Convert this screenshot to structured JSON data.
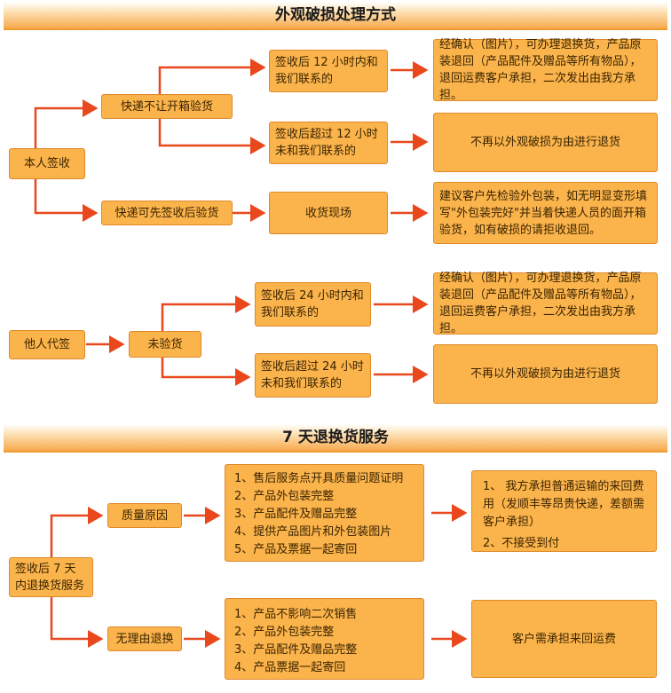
{
  "section1": {
    "title": "外观破损处理方式",
    "self_sign": "本人签收",
    "no_unpack": "快递不让开箱验货",
    "can_unpack": "快递可先签收后验货",
    "within12": "签收后 12 小时内和我们联系的",
    "over12": "签收后超过 12 小时未和我们联系的",
    "onsite": "收货现场",
    "result_confirm": "经确认（图片），可办理退换货，产品原装退回（产品配件及赠品等所有物品），退回运费客户承担，二次发出由我方承担。",
    "result_refuse": "不再以外观破损为由进行退货",
    "result_onsite": "建议客户先检验外包装，如无明显变形填写\"外包装完好\"并当着快递人员的面开箱验货，如有破损的请拒收退回。",
    "other_sign": "他人代签",
    "not_checked": "未验货",
    "within24": "签收后 24 小时内和我们联系的",
    "over24": "签收后超过 24 小时未和我们联系的",
    "result_confirm2": "经确认（图片），可办理退换货，产品原装退回（产品配件及赠品等所有物品），退回运费客户承担，二次发出由我方承担。",
    "result_refuse2": "不再以外观破损为由进行退货"
  },
  "section2": {
    "title": "7 天退换货服务",
    "start": "签收后 7 天内退换货服务",
    "quality": "质量原因",
    "no_reason": "无理由退换",
    "quality_items": [
      "1、售后服务点开具质量问题证明",
      "2、产品外包装完整",
      "3、产品配件及赠品完整",
      "4、提供产品图片和外包装图片",
      "5、产品及票据一起寄回"
    ],
    "quality_result_1": "1、 我方承担普通运输的来回费用（发顺丰等昂贵快递，差额需客户承担）",
    "quality_result_2": "2、不接受到付",
    "no_reason_items": [
      "1、产品不影响二次销售",
      "2、产品外包装完整",
      "3、产品配件及赠品完整",
      "4、产品票据一起寄回"
    ],
    "no_reason_result": "客户需承担来回运费"
  },
  "colors": {
    "box": "#fbb34c",
    "border": "#e0892a",
    "arrow": "#e8481c",
    "banner": "#f7a94d"
  }
}
